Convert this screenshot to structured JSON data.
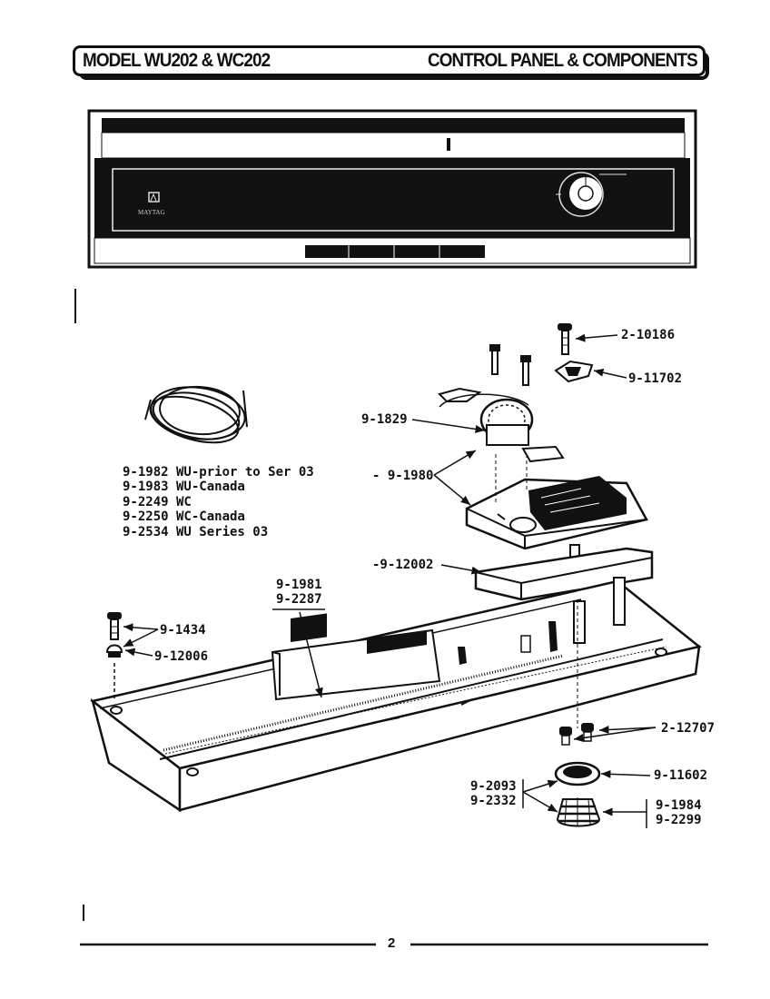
{
  "header": {
    "model": "MODEL WU202 & WC202",
    "section": "CONTROL PANEL & COMPONENTS"
  },
  "console_panel": {
    "brand": "MAYTAG"
  },
  "wire_harness_list": [
    "9-1982 WU-prior to Ser 03",
    "9-1983 WU-Canada",
    "9-2249 WC",
    "9-2250 WC-Canada",
    "9-2534 WU Series 03"
  ],
  "callouts": {
    "p2_10186": "2-10186",
    "p9_11702": "9-11702",
    "p9_1829": "9-1829",
    "p9_1980": "- 9-1980",
    "p9_12002": "-9-12002",
    "p9_1981": "9-1981",
    "p9_2287": "9-2287",
    "p9_1434": "9-1434",
    "p9_12006": "9-12006",
    "p2_12707": "2-12707",
    "p9_2093": "9-2093",
    "p9_2332": "9-2332",
    "p9_11602": "9-11602",
    "p9_1984": "9-1984",
    "p9_2299": "9-2299"
  },
  "page_number": "2"
}
